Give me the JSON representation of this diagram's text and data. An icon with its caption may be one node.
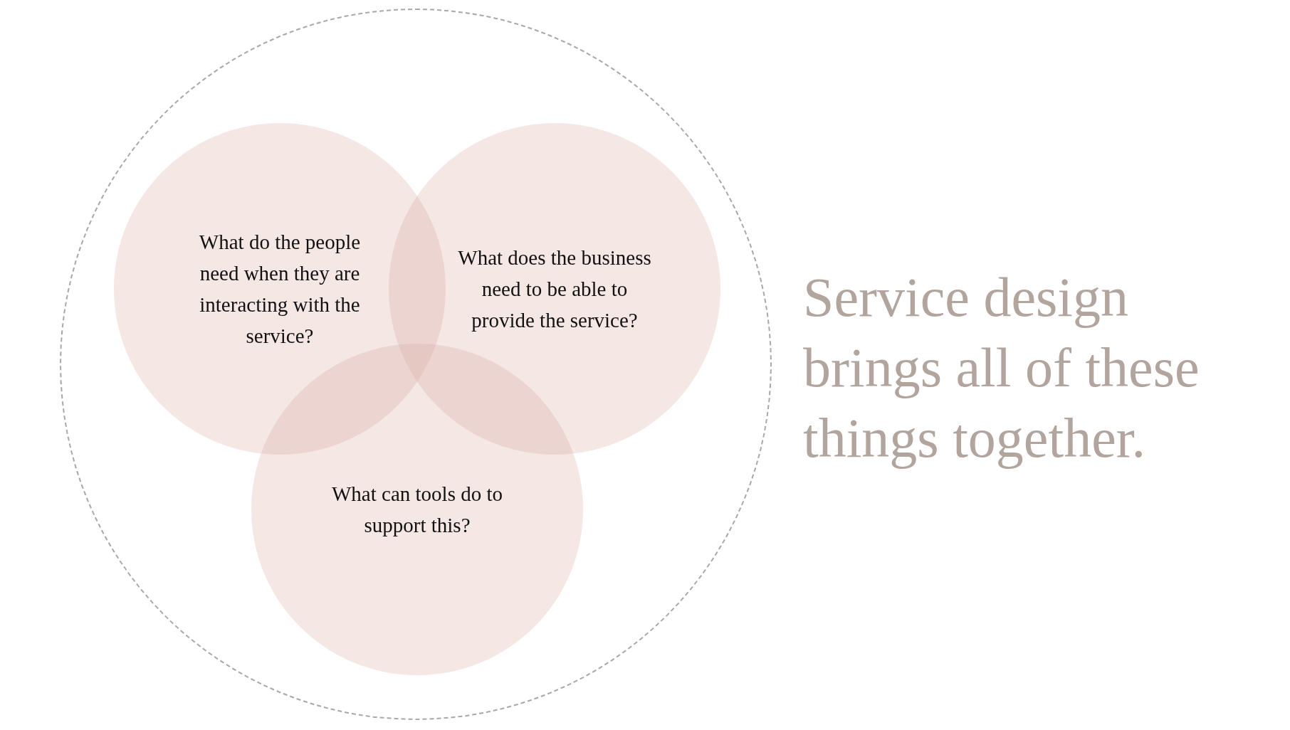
{
  "diagram": {
    "title": "Service design brings all of these things together.",
    "nodes": [
      {
        "text": [],
        "shape": "circle"
      },
      {
        "text": [
          "What do the people need when they are interacting with the service?"
        ],
        "in": 0
      },
      {
        "text": [
          "What does the business need to be able to provide the service?"
        ],
        "in": 0
      },
      {
        "text": [
          "What can tools do to support this?"
        ],
        "in": 0
      }
    ]
  }
}
